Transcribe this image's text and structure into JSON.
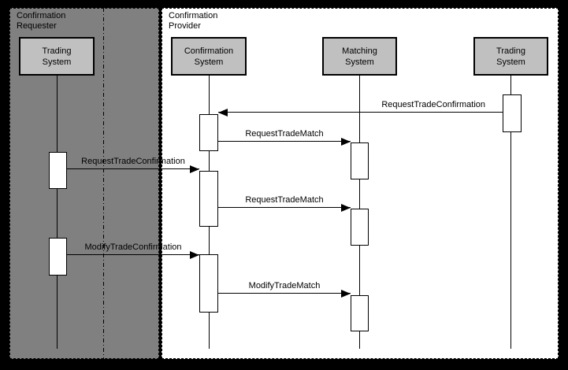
{
  "colors": {
    "canvas": "#000000",
    "requester_region": "#808080",
    "provider_region": "#ffffff",
    "actor_fill": "#c0c0c0",
    "activation_fill": "#ffffff",
    "line": "#000000"
  },
  "packages": {
    "requester": {
      "label": "Confirmation Requester"
    },
    "provider": {
      "label": "Confirmation Provider"
    }
  },
  "actors": [
    {
      "id": "trading-system-left",
      "label": "Trading System"
    },
    {
      "id": "confirmation-system",
      "label": "Confirmation System"
    },
    {
      "id": "matching-system",
      "label": "Matching System"
    },
    {
      "id": "trading-system-right",
      "label": "Trading System"
    }
  ],
  "messages": [
    {
      "label": "RequestTradeConfirmation",
      "from": "trading-system-right",
      "to": "confirmation-system",
      "direction": "left"
    },
    {
      "label": "RequestTradeMatch",
      "from": "confirmation-system",
      "to": "matching-system",
      "direction": "right"
    },
    {
      "label": "RequestTradeConfirmation",
      "from": "trading-system-left",
      "to": "confirmation-system",
      "direction": "right"
    },
    {
      "label": "RequestTradeMatch",
      "from": "confirmation-system",
      "to": "matching-system",
      "direction": "right"
    },
    {
      "label": "ModifyTradeConfirmation",
      "from": "trading-system-left",
      "to": "confirmation-system",
      "direction": "right"
    },
    {
      "label": "ModifyTradeMatch",
      "from": "confirmation-system",
      "to": "matching-system",
      "direction": "right"
    }
  ]
}
